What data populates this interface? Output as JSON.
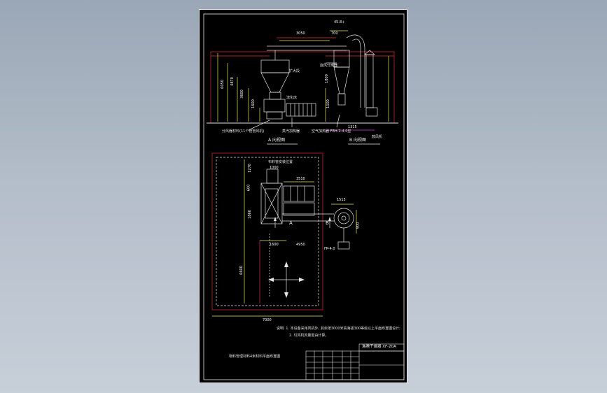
{
  "drawing": {
    "colors": {
      "background_gradient_top": "#9aa7b6",
      "background_gradient_bottom": "#c7cfd9",
      "paper": "#000000",
      "line_white": "#e6e6e6",
      "line_red": "#e03030",
      "line_magenta": "#d040d0",
      "line_yellow": "#e8e850",
      "line_cyan": "#40d0e0"
    },
    "top_view": {
      "labels": {
        "dim_top": "3050",
        "dim_top_right": "700",
        "dim_r": "45.8+",
        "dim_h1": "4870",
        "dim_h2": "3600",
        "dim_h3": "6050",
        "dim_h4": "1600",
        "dim_h5": "1800",
        "dim_h6": "1100",
        "dim_right": "1315",
        "label_cyclone": "旋风分离器",
        "label_expand": "扩大段",
        "label_dryer": "流化床",
        "label_fan": "鼓风机",
        "label_section_a": "A 向视图",
        "label_section_b": "B 向视图",
        "label_bottom_left": "分风器材料(11个管管风机)",
        "label_bottom_mid": "蒸汽加热器",
        "label_bottom_right": "空气加热器 FBH-2-4.0型"
      }
    },
    "plan_view": {
      "labels": {
        "dim_1270": "1270",
        "dim_1000": "1000",
        "dim_600": "600",
        "dim_3510": "3510",
        "dim_1860": "1860",
        "dim_1515": "1515",
        "dim_900": "900",
        "dim_1600": "1600",
        "dim_4950": "4950",
        "dim_6600": "6600",
        "dim_7000": "7000",
        "label_top": "布料管安装位置",
        "marker_a": "A",
        "marker_b": "B",
        "label_fan_small": "FP-4.0"
      }
    },
    "notes": {
      "line1": "说明: 1. 本设备采用风机外, 其余按3000米高海拔300等级以上平面布置图设计;",
      "line2": "2. 引风机风量需由计算。"
    },
    "title_block": {
      "drawing_name": "沸腾干燥器 XF-20A",
      "project": "物料管理材料4米材料平面布置图"
    }
  }
}
